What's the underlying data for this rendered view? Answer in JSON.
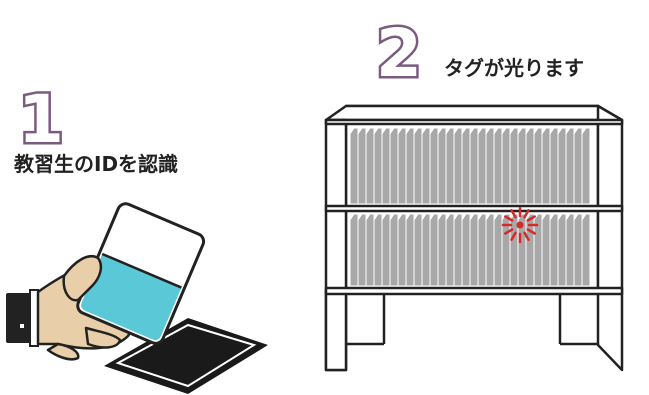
{
  "step1": {
    "number": "1",
    "label": "教習生のIDを認識"
  },
  "step2": {
    "number": "2",
    "label": "タグが光ります"
  },
  "colors": {
    "step_number": "#7a5a7e",
    "skin": "#e8cfaa",
    "card_fill": "#5bc8d8",
    "cuff": "#222222",
    "reader": "#1a1a1a",
    "binder": "#a8a8a8",
    "glow": "#d42a2a"
  },
  "icons": [
    "hand-holding-card-icon",
    "card-reader-icon",
    "bookshelf-icon",
    "glowing-tag-icon"
  ]
}
